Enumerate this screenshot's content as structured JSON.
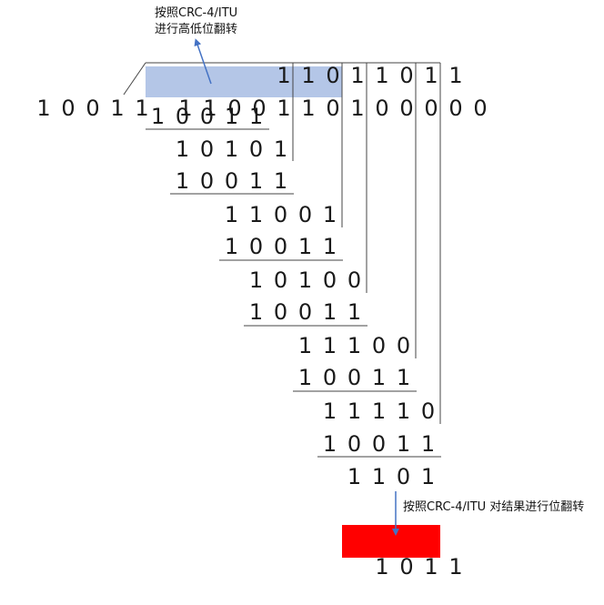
{
  "annotations": {
    "top_note_line1": "按照CRC-4/ITU",
    "top_note_line2": "进行高低位翻转",
    "bottom_note": "按照CRC-4/ITU 对结果进行位翻转"
  },
  "divisor": "10011",
  "quotient": "11011011",
  "dividend": "1100110100000",
  "rows": [
    {
      "digits": "10011"
    },
    {
      "digits": "10101"
    },
    {
      "digits": "10011"
    },
    {
      "digits": "11001"
    },
    {
      "digits": "10011"
    },
    {
      "digits": "10100"
    },
    {
      "digits": "10011"
    },
    {
      "digits": "11100"
    },
    {
      "digits": "10011"
    },
    {
      "digits": "11110"
    },
    {
      "digits": "10011"
    },
    {
      "digits": "1101"
    }
  ],
  "result": "1011",
  "colors": {
    "highlight": "#b4c6e7",
    "result_bg": "#ff0000",
    "arrow": "#4472c4"
  }
}
